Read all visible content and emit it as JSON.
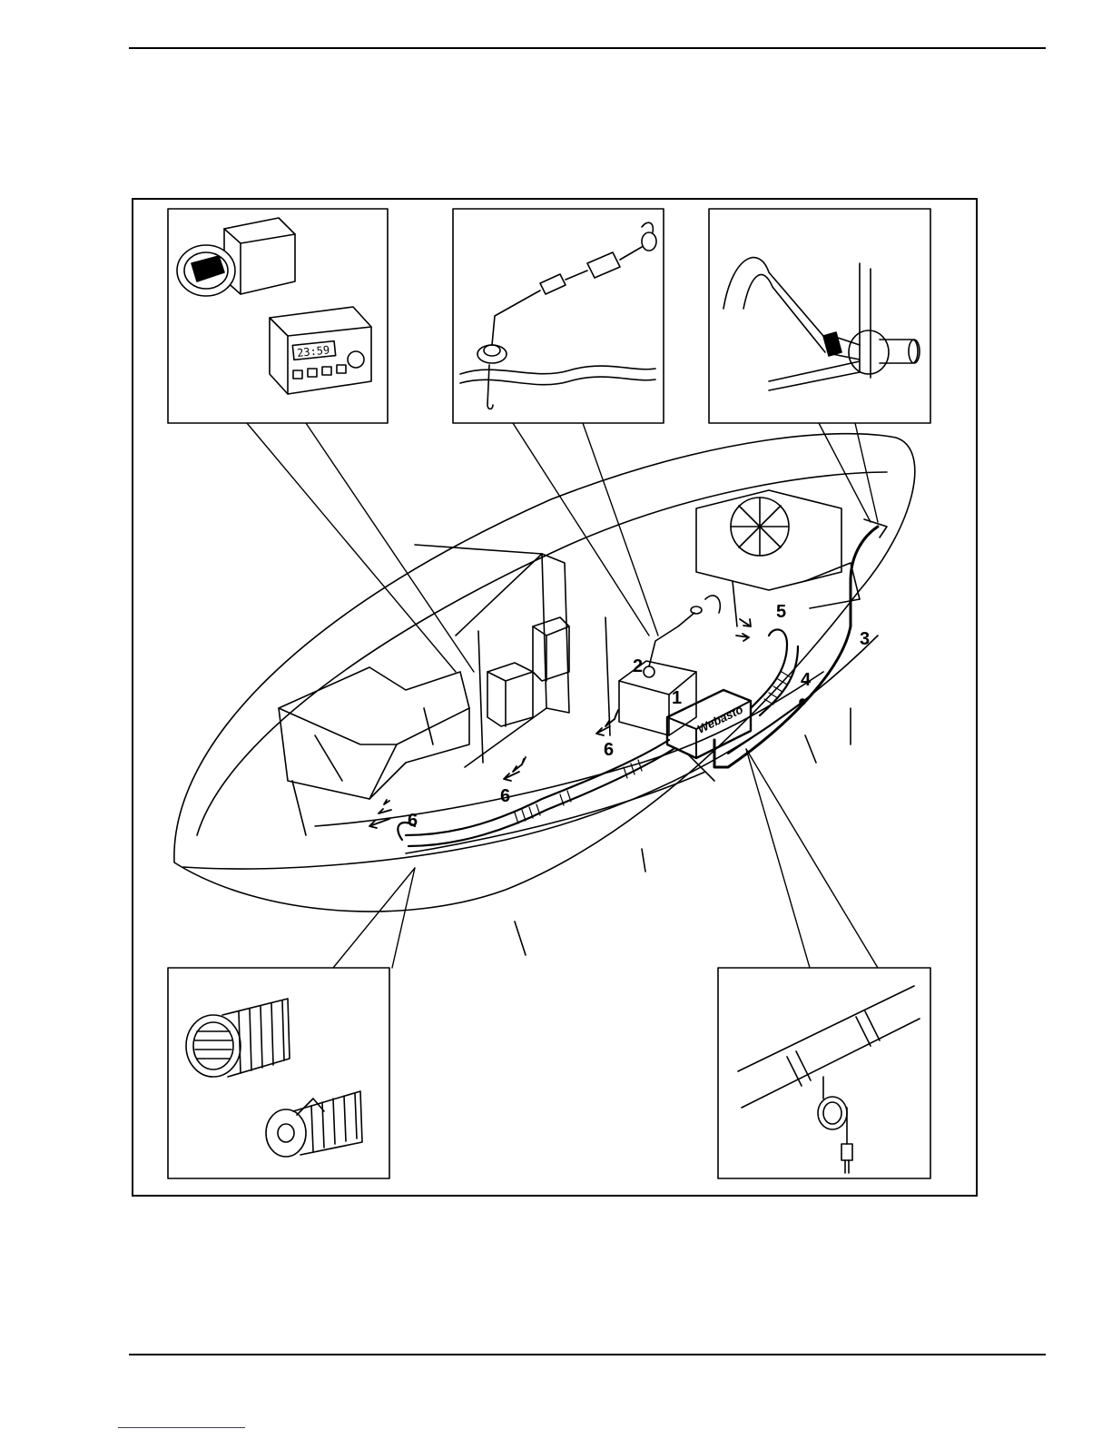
{
  "figure": {
    "callouts": {
      "heater": "1",
      "fuel_tank": "2",
      "exhaust": "3",
      "fuel_line": "4",
      "air_intake": "5",
      "air_outlet_a": "6",
      "air_outlet_b": "6",
      "air_outlet_c": "6"
    },
    "heater_brand": "Webasto",
    "timer_display": "23:59"
  }
}
